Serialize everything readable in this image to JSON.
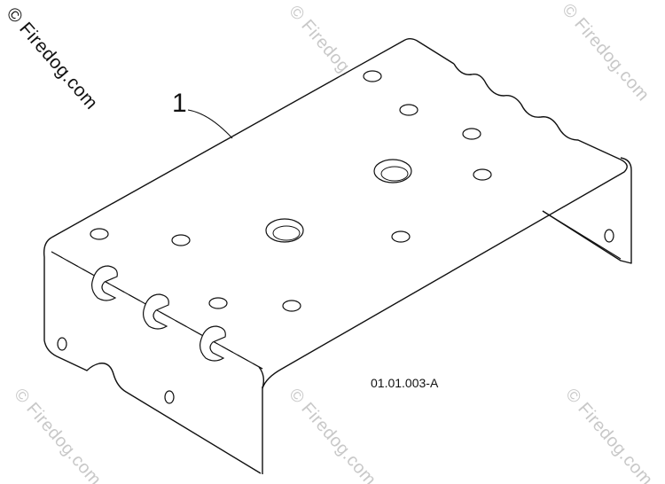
{
  "diagram": {
    "callout_number": "1",
    "part_code": "01.01.003-A"
  },
  "watermarks": {
    "corner": "© Firedog.com",
    "tiled": "© Firedog.com"
  },
  "colors": {
    "line": "#111111",
    "watermark": "#c8c8c8",
    "background": "#ffffff"
  }
}
